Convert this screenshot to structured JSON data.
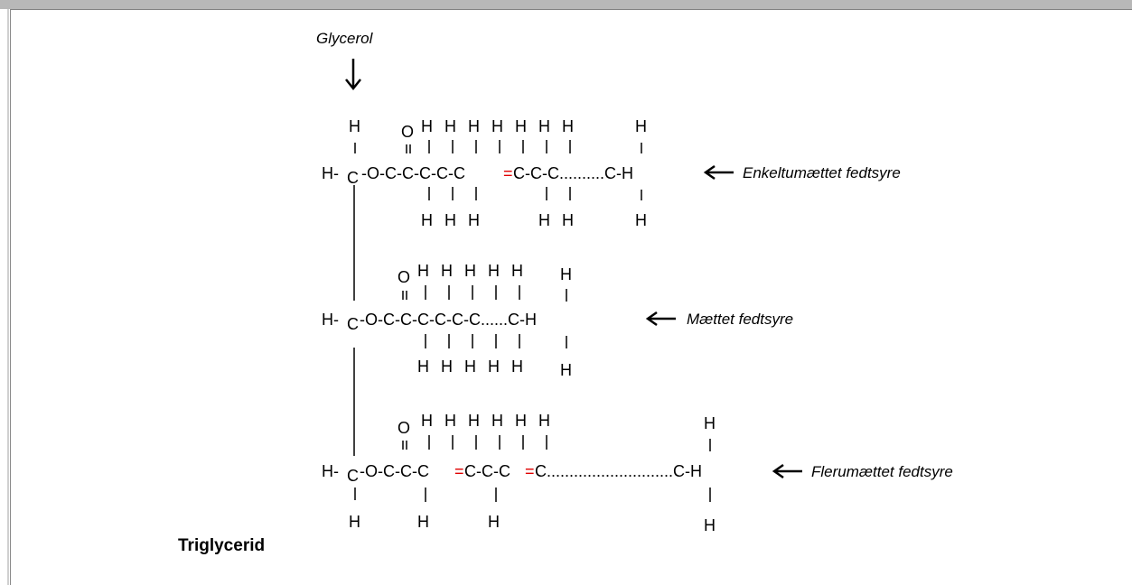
{
  "glycerol_label": "Glycerol",
  "chains": [
    {
      "chain_text": "H- C -O-C-C-C-C-C=C-C-C..........C-H",
      "label": "Enkeltumættet fedtsyre",
      "double_bond_color": "#e00000"
    },
    {
      "chain_text": "H- C-O-C-C-C-C-C-C......C-H",
      "label": "Mættet fedtsyre"
    },
    {
      "chain_text": "H- C-O-C-C-C=C-C-C=C............................C-H",
      "label": "Flerumættet fedtsyre",
      "double_bond_color": "#e00000"
    }
  ],
  "atoms": {
    "H": "H",
    "C": "C",
    "O": "O",
    "bond": "I",
    "double_bond": "="
  },
  "molecule_name": "Triglycerid",
  "arrow_glyph": "←",
  "down_arrow_glyph": "↓"
}
